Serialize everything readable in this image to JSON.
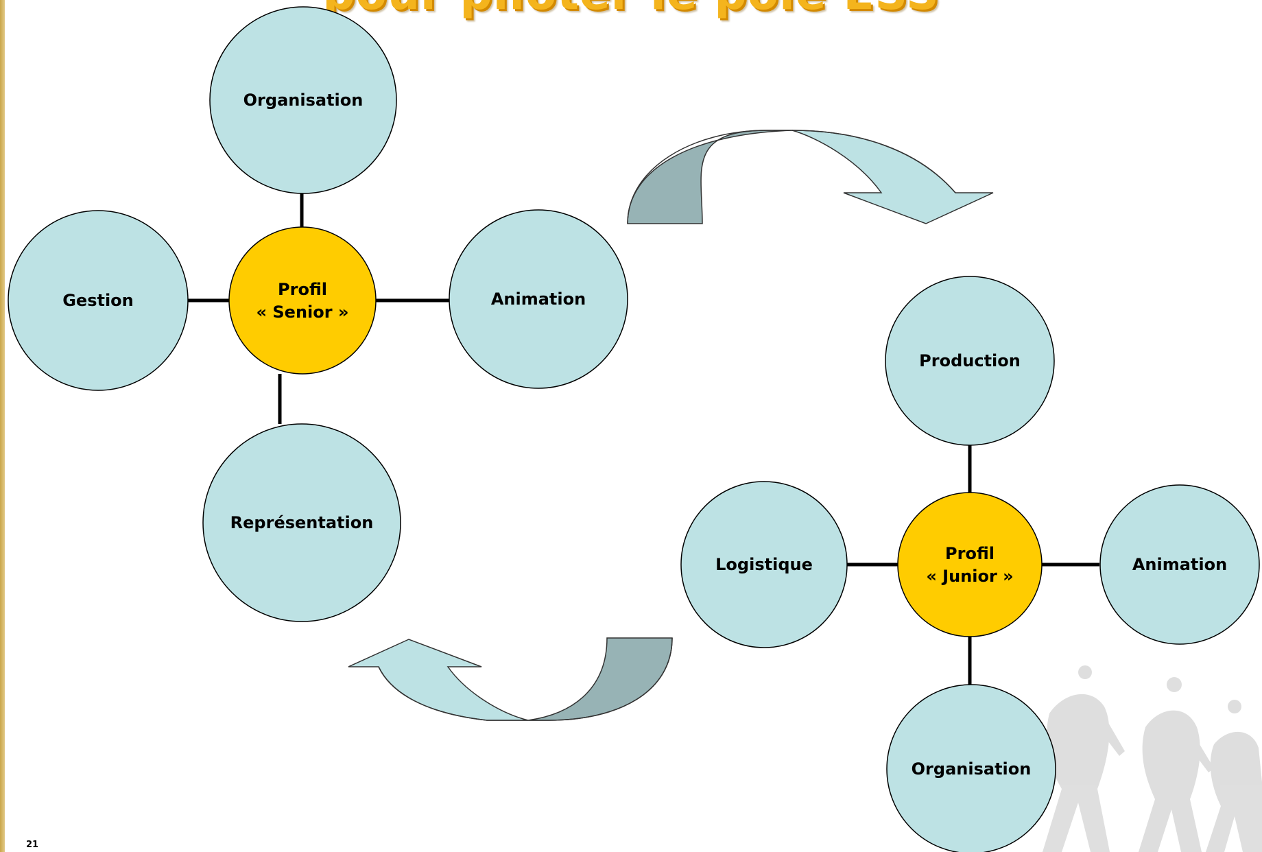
{
  "title": "pour piloter le pôle ESS",
  "slide_number": "21",
  "colors": {
    "satellite_fill": "#bde2e4",
    "center_fill": "#ffcc00",
    "arrow_light": "#bde2e4",
    "arrow_dark": "#97b3b5",
    "title": "#f4b41d",
    "edge": "#000000"
  },
  "senior": {
    "center": [
      "Profil",
      "« Senior »"
    ],
    "satellites": {
      "top": "Organisation",
      "left": "Gestion",
      "right": "Animation",
      "bottom": "Représentation"
    }
  },
  "junior": {
    "center": [
      "Profil",
      "« Junior »"
    ],
    "satellites": {
      "top": "Production",
      "left": "Logistique",
      "right": "Animation",
      "bottom": "Organisation"
    }
  },
  "decor": {
    "walkers_icon": "walking-people-silhouette-icon"
  }
}
